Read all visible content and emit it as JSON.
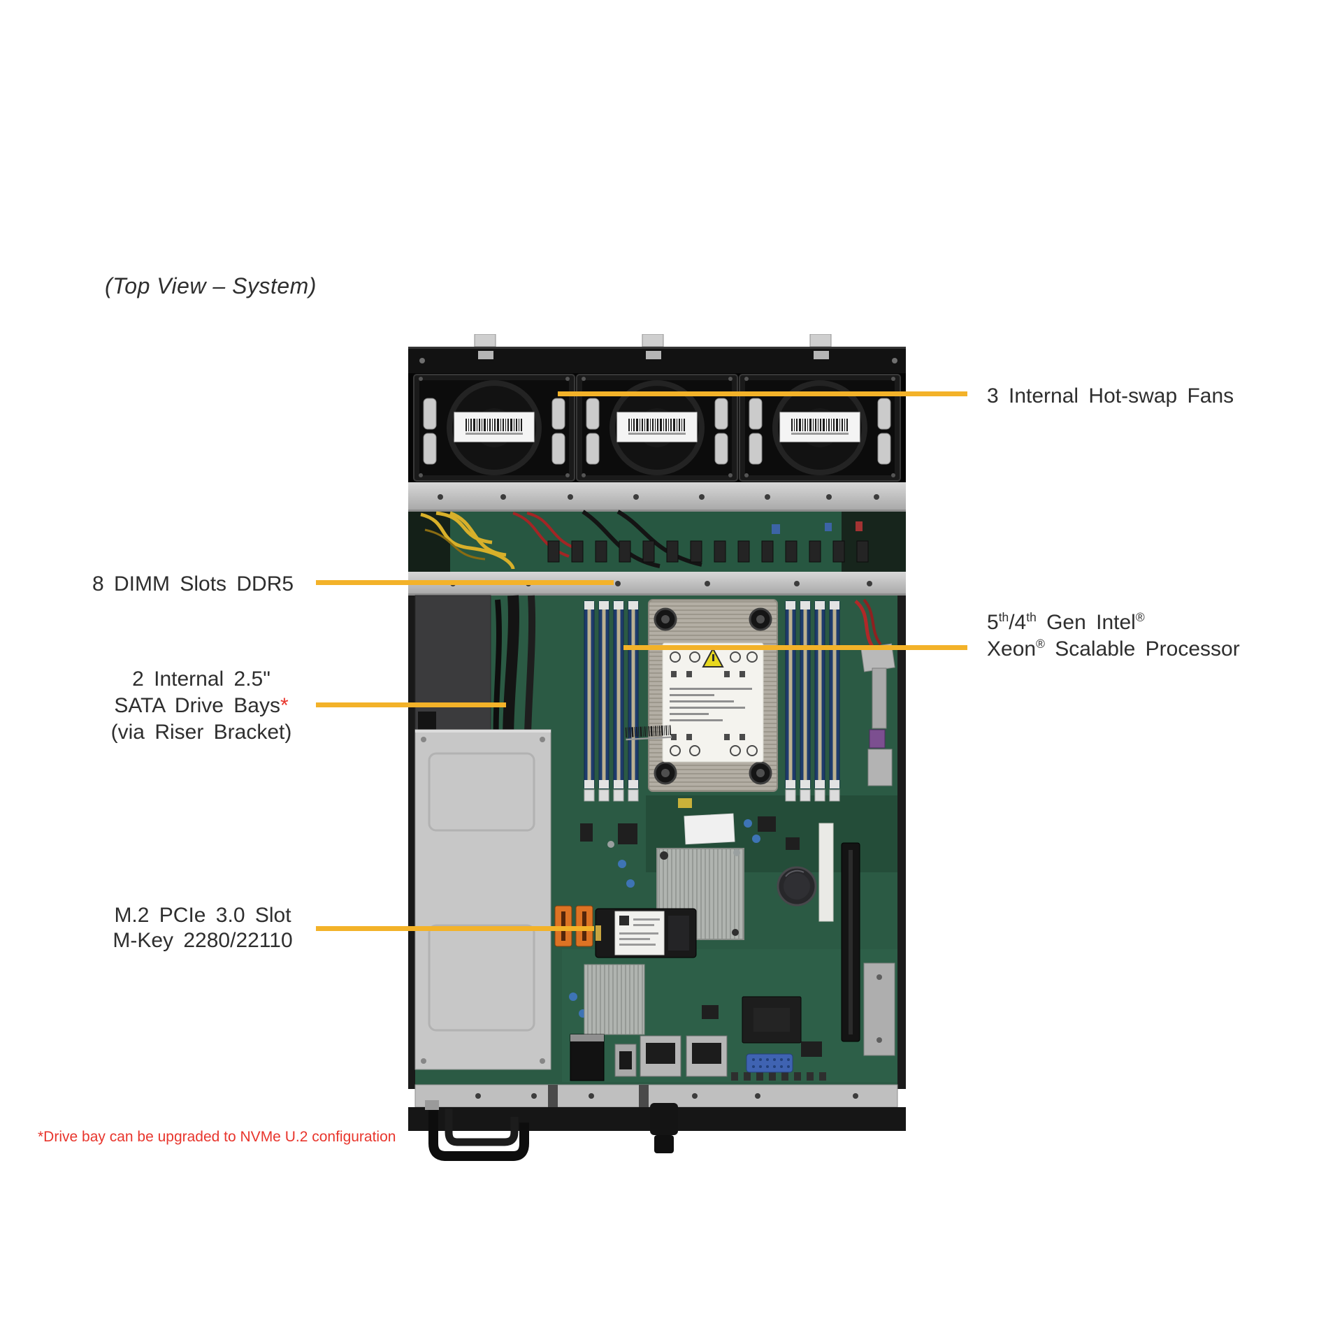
{
  "title": "(Top View – System)",
  "callouts": {
    "fans": {
      "label": "3 Internal Hot-swap Fans"
    },
    "dimm": {
      "label": "8 DIMM Slots DDR5"
    },
    "cpu": {
      "line1": [
        {
          "t": "5"
        },
        {
          "t": "th",
          "sup": true
        },
        {
          "t": "/4"
        },
        {
          "t": "th",
          "sup": true
        },
        {
          "t": " Gen Intel"
        },
        {
          "t": "®",
          "sup": true
        }
      ],
      "line2": [
        {
          "t": "Xeon"
        },
        {
          "t": "®",
          "sup": true
        },
        {
          "t": " Scalable Processor"
        }
      ]
    },
    "sata": {
      "line1": "2 Internal 2.5\"",
      "line2": [
        {
          "t": "SATA Drive Bays"
        },
        {
          "t": "*",
          "red": true
        }
      ],
      "line3": "(via Riser Bracket)"
    },
    "m2": {
      "line1": "M.2 PCIe 3.0 Slot",
      "line2": "M-Key 2280/22110"
    }
  },
  "footnote": "*Drive bay can be upgraded to NVMe U.2 configuration",
  "colors": {
    "callout_line": "#F3B229",
    "label_text": "#2E2E2E",
    "footnote_red": "#E8352C",
    "board_green": "#2B5A44",
    "chassis_silver": "#C7C7C7",
    "dimm_navy": "#1E3C6D",
    "sata_orange": "#DD7324",
    "warning_yellow": "#E8D91F",
    "vga_blue": "#3F63B2"
  }
}
